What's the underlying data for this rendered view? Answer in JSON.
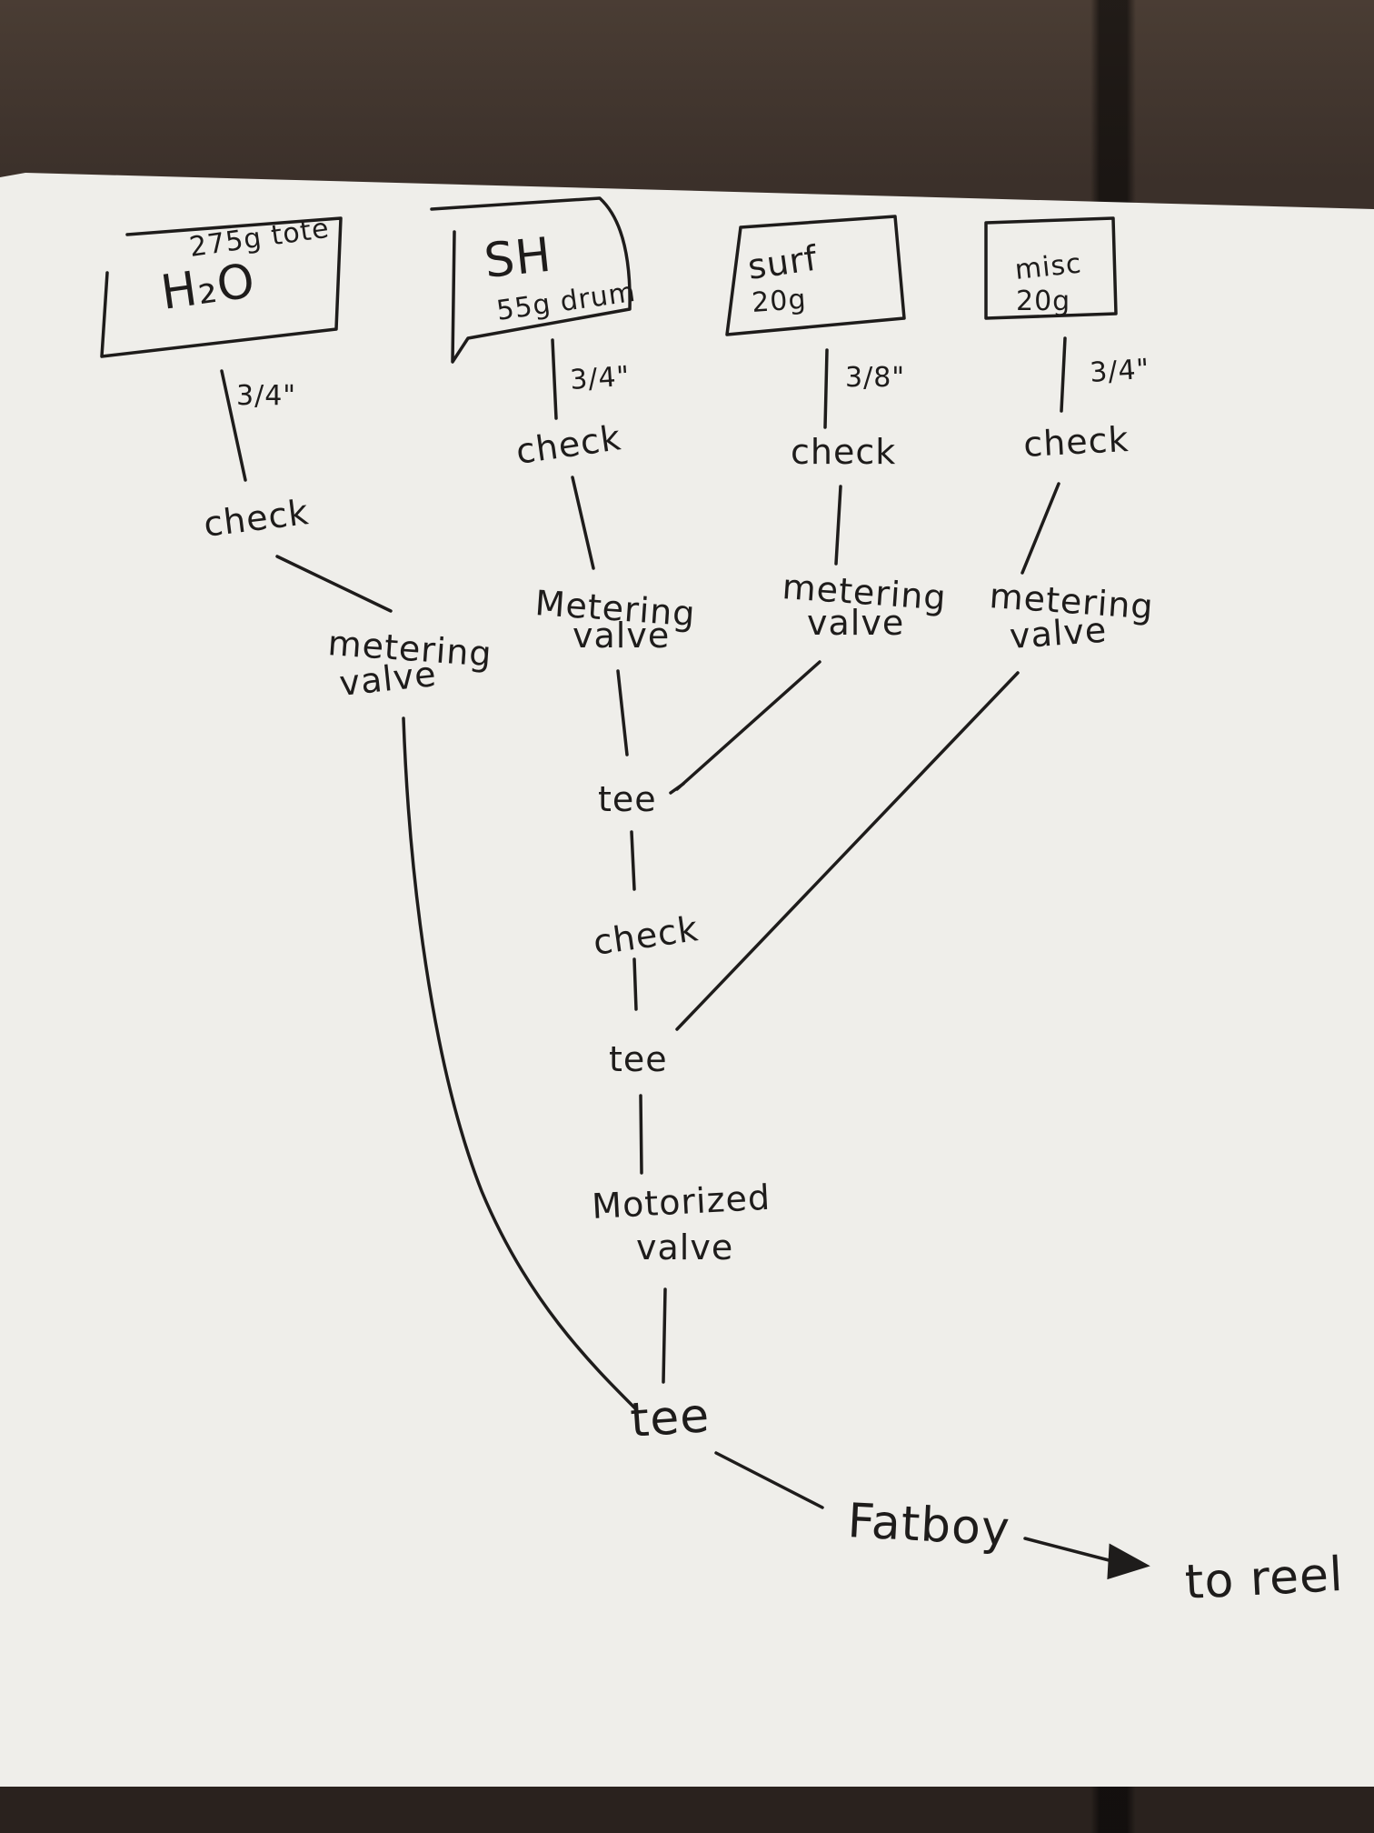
{
  "nodes": {
    "tank_h2o_name": "H₂O",
    "tank_h2o_capacity": "275g tote",
    "tank_sh_name": "SH",
    "tank_sh_capacity": "55g drum",
    "tank_surf_name": "surf",
    "tank_surf_capacity": "20g",
    "tank_misc_name": "misc",
    "tank_misc_capacity": "20g",
    "size_h2o": "3/4\"",
    "size_sh": "3/4\"",
    "size_surf": "3/8\"",
    "size_misc": "3/4\"",
    "check_h2o": "check",
    "check_sh": "check",
    "check_surf": "check",
    "check_misc": "check",
    "metering_h2o": [
      "metering",
      "valve"
    ],
    "metering_sh": [
      "Metering",
      "valve"
    ],
    "metering_surf": [
      "metering",
      "valve"
    ],
    "metering_misc": [
      "metering",
      "valve"
    ],
    "tee_1": "tee",
    "check_center": "check",
    "tee_2": "tee",
    "motorized": [
      "Motorized",
      "valve"
    ],
    "tee_3": "tee",
    "fatboy": "Fatboy",
    "to_reel": "to reel"
  }
}
